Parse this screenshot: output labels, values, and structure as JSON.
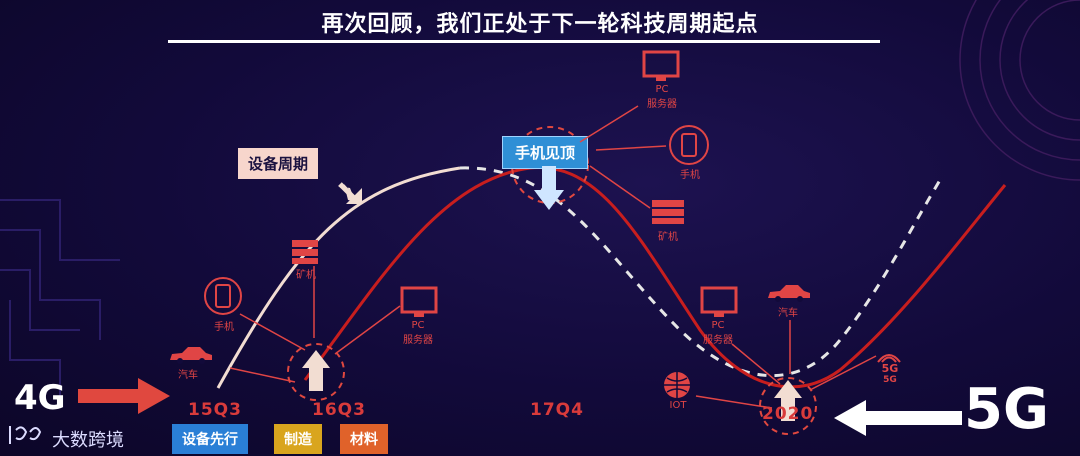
{
  "title": "再次回顾，我们正处于下一轮科技周期起点",
  "cycle_tag": "设备周期",
  "peak_tag": "手机见顶",
  "left_gen": "4G",
  "right_gen": "5G",
  "axis": [
    "15Q3",
    "16Q3",
    "17Q4",
    "2020"
  ],
  "legend": [
    {
      "label": "设备先行",
      "color": "#2a7fd6"
    },
    {
      "label": "制造",
      "color": "#d9a51e"
    },
    {
      "label": "材料",
      "color": "#e0622a"
    }
  ],
  "icons_left": {
    "phone": "手机",
    "miner": "矿机",
    "pc_line1": "PC",
    "pc_line2": "服务器",
    "car": "汽车"
  },
  "icons_peak": {
    "pc_line1": "PC",
    "pc_line2": "服务器",
    "phone": "手机",
    "miner": "矿机"
  },
  "icons_right": {
    "pc_line1": "PC",
    "pc_line2": "服务器",
    "car": "汽车",
    "fiveg_line1": "5G",
    "fiveg_line2": "5G",
    "iot": "IOT"
  },
  "watermark": "大数跨境",
  "colors": {
    "accent_red": "#e03030",
    "cream": "#f2ddd2",
    "arrow_red": "#e0483f"
  }
}
